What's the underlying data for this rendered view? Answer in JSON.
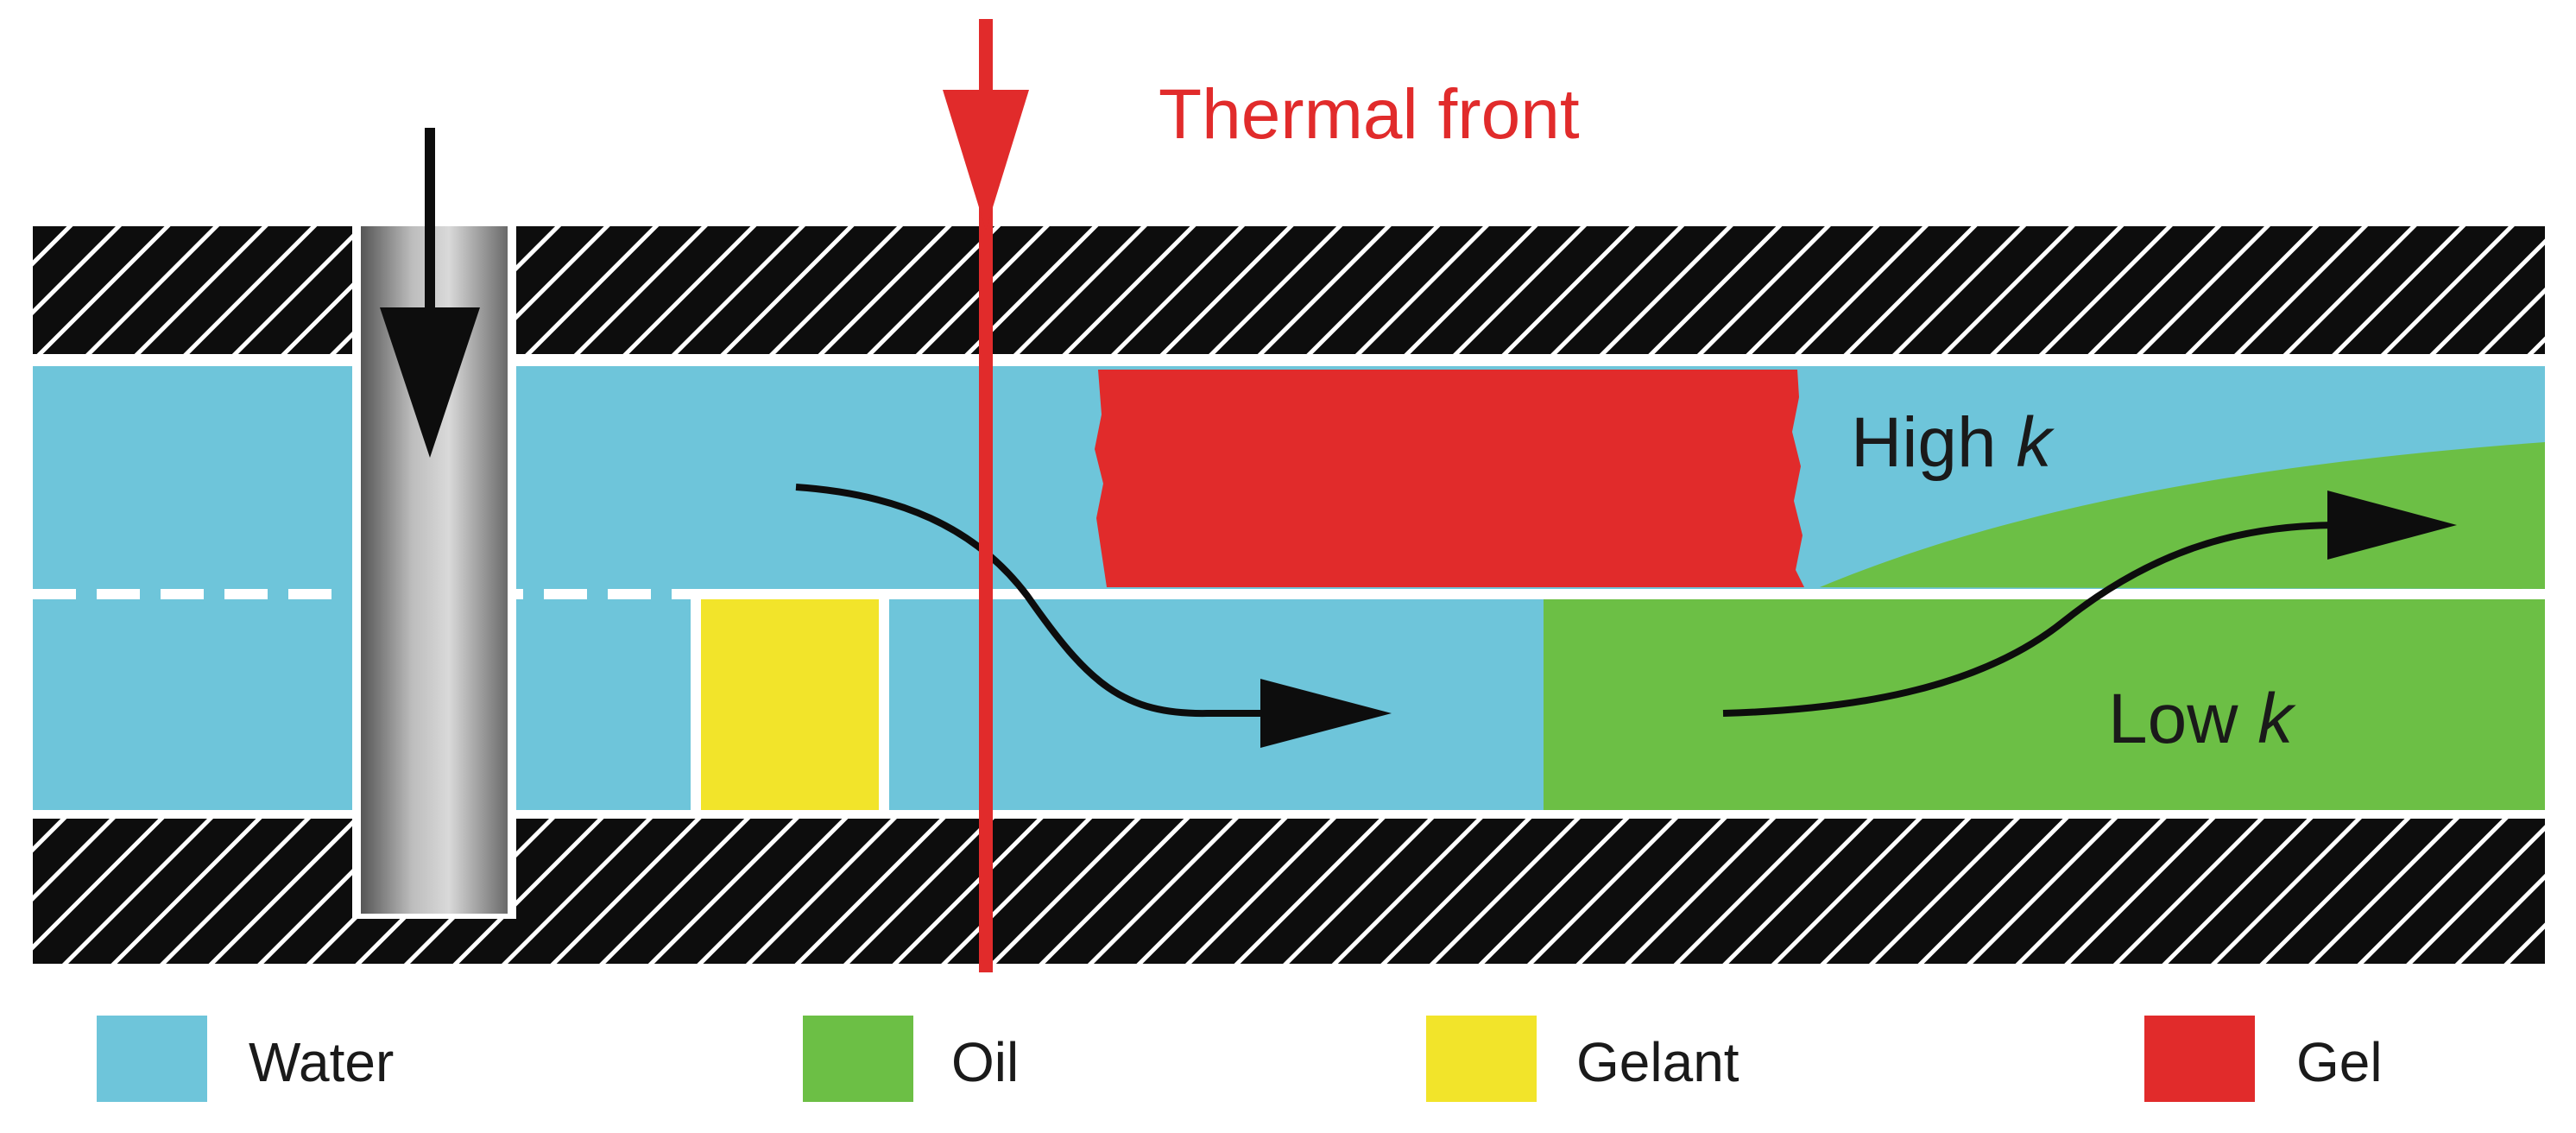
{
  "diagram": {
    "thermal_front_label": "Thermal front",
    "high_k_label": {
      "prefix": "High ",
      "symbol": "k"
    },
    "low_k_label": {
      "prefix": "Low ",
      "symbol": "k"
    },
    "legend": [
      {
        "key": "water",
        "label": "Water",
        "color": "#6ec5da"
      },
      {
        "key": "oil",
        "label": "Oil",
        "color": "#6cbf45"
      },
      {
        "key": "gelant",
        "label": "Gelant",
        "color": "#f2e42a"
      },
      {
        "key": "gel",
        "label": "Gel",
        "color": "#e12b2b"
      }
    ],
    "colors": {
      "water": "#6ec5da",
      "oil": "#6cbf45",
      "gelant": "#f2e42a",
      "gel": "#e12b2b",
      "thermal_front": "#e12b2b",
      "rock": "#0d0d0d",
      "flow_arrow": "#0d0d0d",
      "well": "#9a9a9a"
    },
    "icons": {
      "injection_arrow": "arrow-down-icon",
      "thermal_front_arrow": "arrow-down-icon",
      "flow_arrow": "curved-arrow-right-icon"
    }
  }
}
